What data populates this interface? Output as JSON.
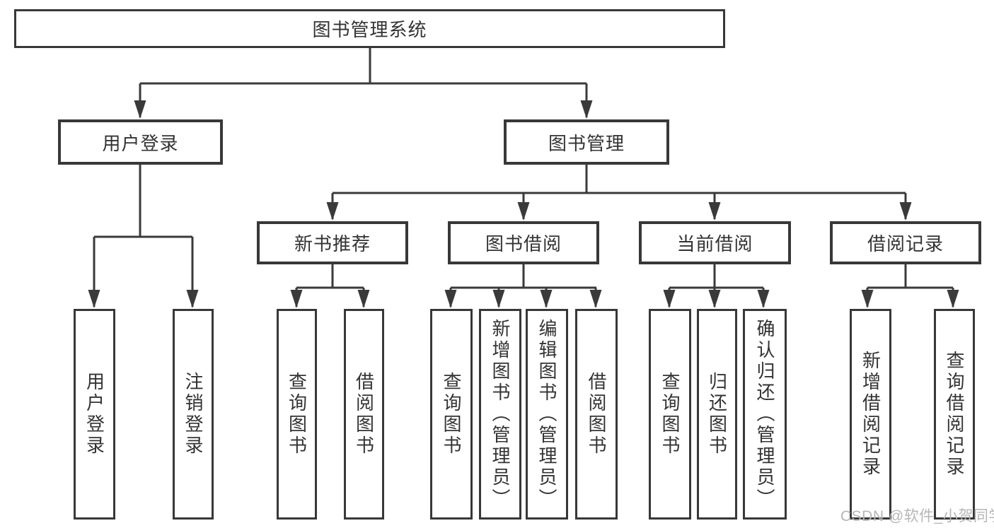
{
  "tree": {
    "label": "图书管理系统",
    "children": [
      {
        "label": "用户登录",
        "children": [
          {
            "label": "用户登录"
          },
          {
            "label": "注销登录"
          }
        ]
      },
      {
        "label": "图书管理",
        "children": [
          {
            "label": "新书推荐",
            "children": [
              {
                "label": "查询图书"
              },
              {
                "label": "借阅图书"
              }
            ]
          },
          {
            "label": "图书借阅",
            "children": [
              {
                "label": "查询图书"
              },
              {
                "label": "新增图书（管理员）"
              },
              {
                "label": "编辑图书（管理员）"
              },
              {
                "label": "借阅图书"
              }
            ]
          },
          {
            "label": "当前借阅",
            "children": [
              {
                "label": "查询图书"
              },
              {
                "label": "归还图书"
              },
              {
                "label": "确认归还（管理员）"
              }
            ]
          },
          {
            "label": "借阅记录",
            "children": [
              {
                "label": "新增借阅记录"
              },
              {
                "label": "查询借阅记录"
              }
            ]
          }
        ]
      }
    ]
  },
  "watermark": {
    "text": "CSDN @软件_小贺同学"
  },
  "colors": {
    "line": "#3a3a3a",
    "text": "#333333",
    "watermark": "#b6b6b6",
    "box_fill": "#ffffff",
    "background": "#ffffff"
  }
}
